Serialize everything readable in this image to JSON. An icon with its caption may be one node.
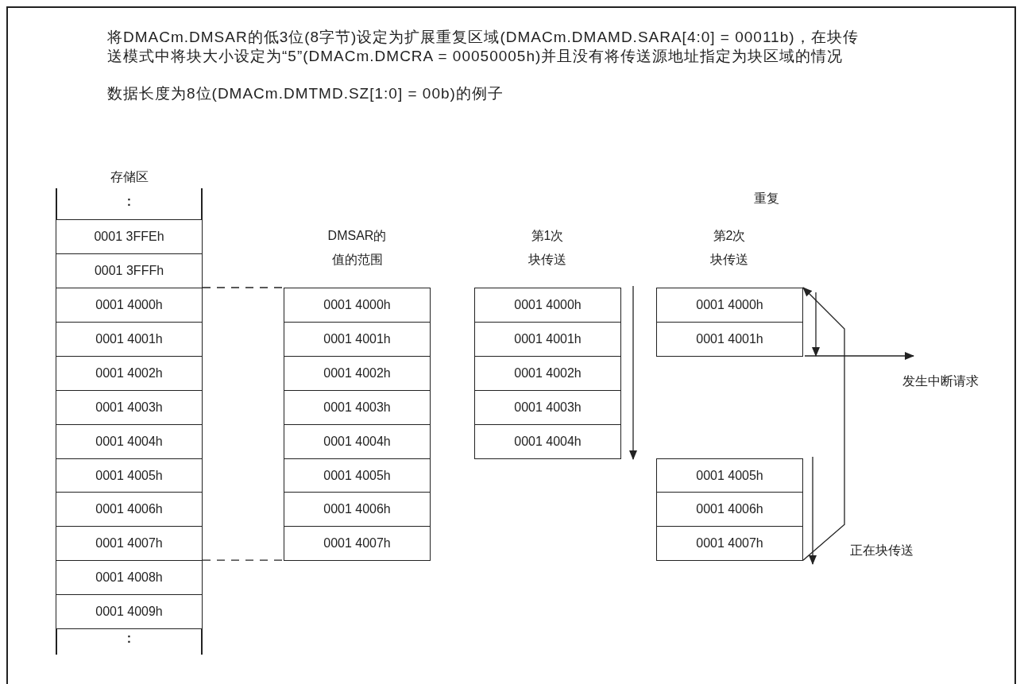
{
  "diagram": {
    "nodes": [
      {
        "text": [
          "存储区",
          ":",
          ":"
        ]
      },
      {
        "text": [
          "0001 3FFEh"
        ],
        "in": 0
      },
      {
        "text": [
          "0001 3FFFh"
        ],
        "in": 0
      },
      {
        "text": [
          "0001 4000h"
        ],
        "in": 0
      },
      {
        "text": [
          "0001 4001h"
        ],
        "in": 0
      },
      {
        "text": [
          "0001 4002h"
        ],
        "in": 0
      },
      {
        "text": [
          "0001 4003h"
        ],
        "in": 0
      },
      {
        "text": [
          "0001 4004h"
        ],
        "in": 0
      },
      {
        "text": [
          "0001 4005h"
        ],
        "in": 0
      },
      {
        "text": [
          "0001 4006h"
        ],
        "in": 0
      },
      {
        "text": [
          "0001 4007h"
        ],
        "in": 0
      },
      {
        "text": [
          "0001 4008h"
        ],
        "in": 0
      },
      {
        "text": [
          "0001 4009h"
        ],
        "in": 0
      },
      {
        "text": [
          "0001 4000h"
        ]
      },
      {
        "text": [
          "0001 4001h"
        ]
      },
      {
        "text": [
          "0001 4002h"
        ]
      },
      {
        "text": [
          "0001 4003h"
        ]
      },
      {
        "text": [
          "0001 4004h"
        ]
      },
      {
        "text": [
          "0001 4005h"
        ]
      },
      {
        "text": [
          "0001 4006h"
        ]
      },
      {
        "text": [
          "0001 4007h"
        ]
      },
      {
        "text": [
          "0001 4000h"
        ]
      },
      {
        "text": [
          "0001 4001h"
        ]
      },
      {
        "text": [
          "0001 4002h"
        ]
      },
      {
        "text": [
          "0001 4003h"
        ]
      },
      {
        "text": [
          "0001 4004h"
        ]
      },
      {
        "text": [
          "0001 4000h"
        ]
      },
      {
        "text": [
          "0001 4001h"
        ]
      },
      {
        "text": [
          "0001 4005h"
        ]
      },
      {
        "text": [
          "0001 4006h"
        ]
      },
      {
        "text": [
          "0001 4007h"
        ]
      }
    ],
    "edges": [
      {
        "from": 3,
        "to": 13,
        "arrow": "none",
        "style": "dashed"
      },
      {
        "from": 10,
        "to": 20,
        "arrow": "none",
        "style": "dashed"
      },
      {
        "from": 30,
        "to": 26,
        "arrow": "to"
      }
    ],
    "labels": [
      "将DMACm.DMSAR的低3位(8字节)设定为扩展重复区域(DMACm.DMAMD.SARA[4:0] = 00011b)，在块传送模式中将块大小设定为“5”(DMACm.DMCRA = 00050005h)并且没有将传送源地址指定为块区域的情况",
      "数据长度为8位(DMACm.DMTMD.SZ[1:0] = 00b)的例子",
      "重复",
      "DMSAR的值的范围",
      "第1次块传送",
      "第2次块传送",
      "发生中断请求",
      "正在块传送"
    ]
  }
}
